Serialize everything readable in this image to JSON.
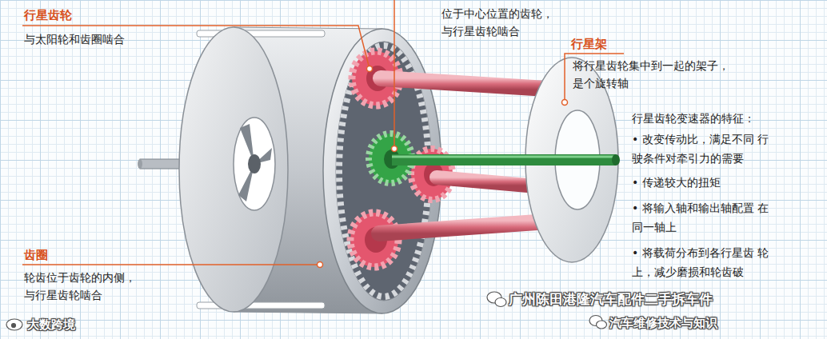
{
  "diagram": {
    "labels": [
      "行星齿轮",
      "与太阳轮和齿圈啮合",
      "位于中心位置的齿轮， 与行星齿轮啮合",
      "行星架",
      "将行星齿轮集中到一起的架子， 是个旋转轴",
      "行星齿轮变速器的特征：",
      "• 改变传动比，满足不同 行驶条件对牵引力的需要",
      "• 传递较大的扭矩",
      "• 将输入轴和输出轴配置 在同一轴上",
      "• 将载荷分布到各行星齿 轮上，减少磨损和轮齿破",
      "齿圈",
      "轮齿位于齿轮的内侧， 与行星齿轮啮合",
      "广州陈田港隆汽车配件二手拆车件",
      "汽车维修技术与知识",
      "大数跨境"
    ]
  }
}
